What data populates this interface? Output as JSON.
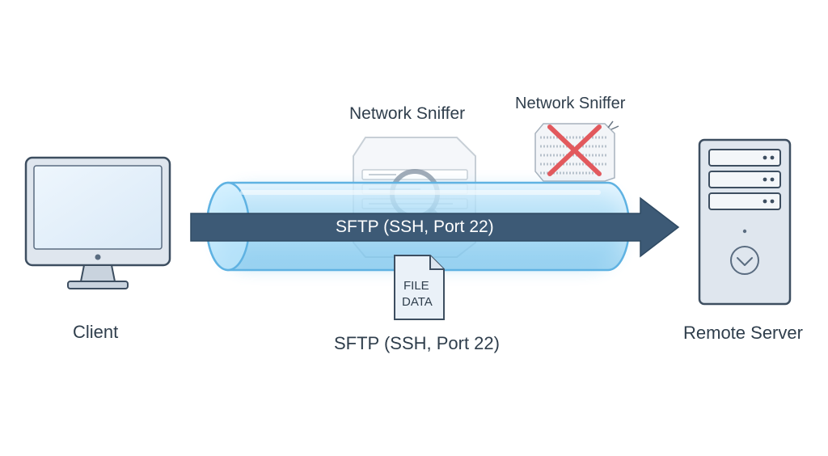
{
  "labels": {
    "client": "Client",
    "server": "Remote Server",
    "sniffer_intercepting": "Network Sniffer",
    "sniffer_blocked": "Network Sniffer",
    "protocol_arrow": "SFTP (SSH, Port 22)",
    "protocol_caption": "SFTP (SSH, Port 22)",
    "file_line1": "FILE",
    "file_line2": "DATA"
  },
  "icons": {
    "client": "desktop-monitor-icon",
    "server": "server-tower-icon",
    "sniffer": "magnifying-glass-icon",
    "blocked": "red-x-icon",
    "file": "document-icon"
  },
  "colors": {
    "text": "#2f3e4c",
    "arrow": "#3d5a76",
    "tunnel": "#7cc6ee",
    "blocked": "#e2595d",
    "device": "#dfe6ee"
  }
}
